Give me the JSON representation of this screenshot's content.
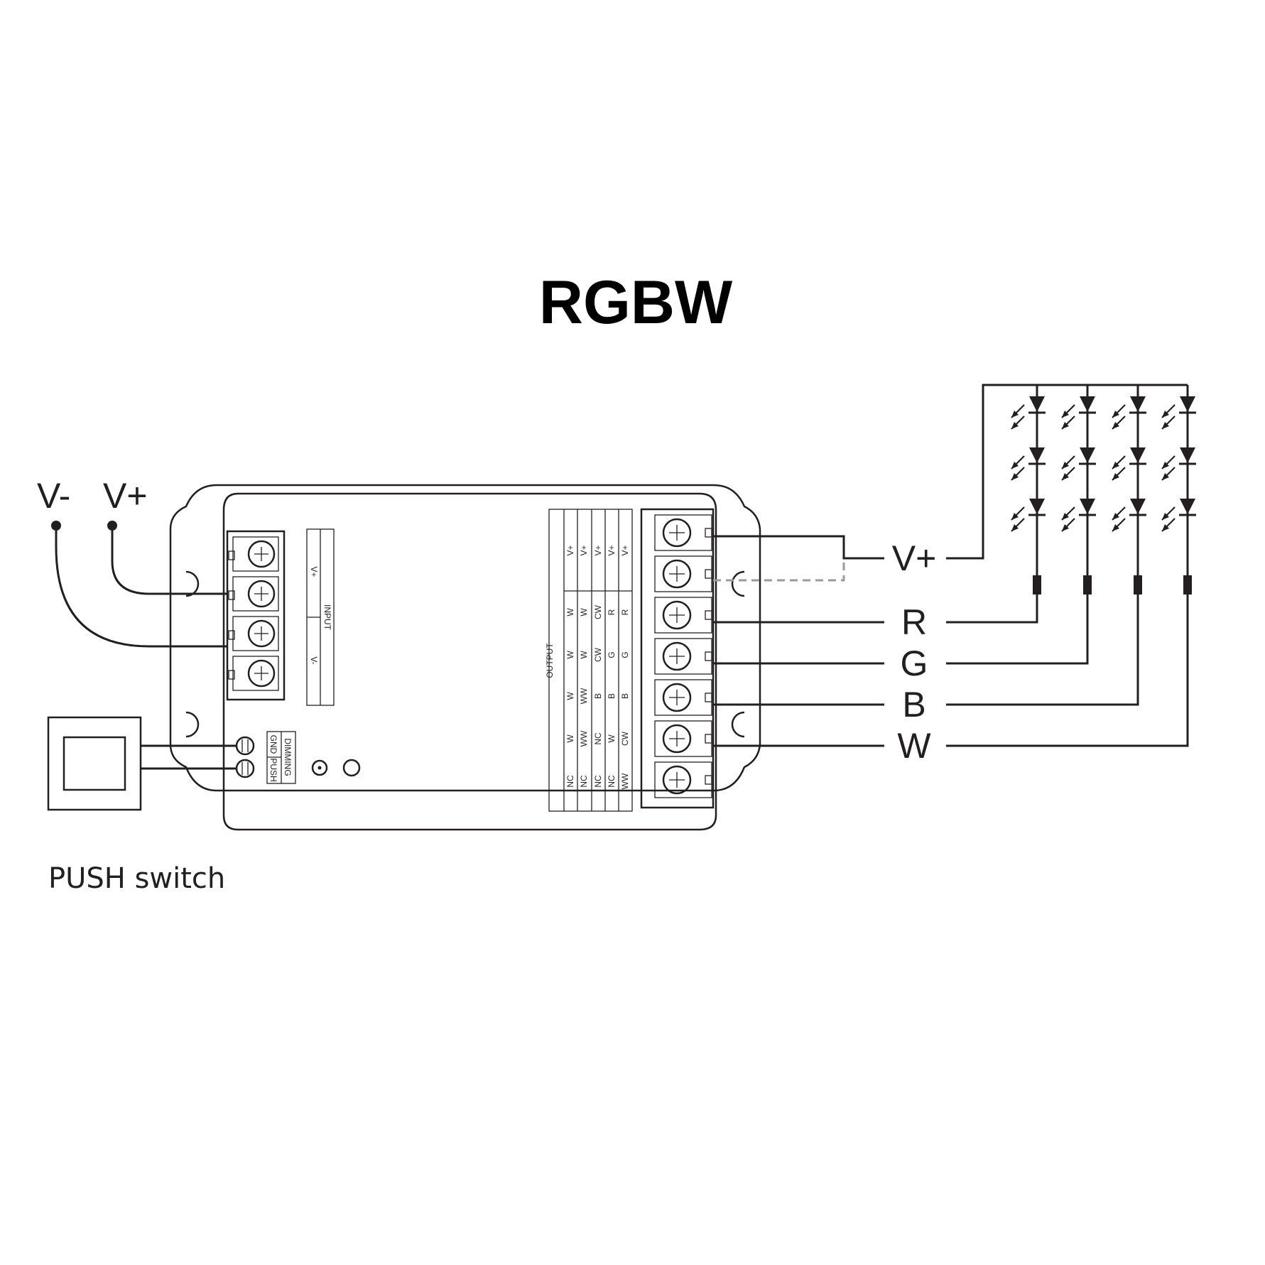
{
  "title": "RGBW",
  "input_labels": {
    "v_minus": "V-",
    "v_plus": "V+"
  },
  "input_block": {
    "header": "INPUT",
    "plus": "V+",
    "minus": "V-"
  },
  "output_labels": [
    "V+",
    "R",
    "G",
    "B",
    "W"
  ],
  "push_switch_label": "PUSH switch",
  "dimming_block": {
    "header": "DIMMING",
    "gnd": "GND",
    "push": "PUSH"
  },
  "output_table": {
    "header": "OUTPUT",
    "columns": [
      [
        "V+",
        "W",
        "W",
        "W",
        "W",
        "NC"
      ],
      [
        "V+",
        "W",
        "W",
        "WW",
        "WW",
        "NC"
      ],
      [
        "V+",
        "CW",
        "CW",
        "B",
        "NC",
        "NC"
      ],
      [
        "V+",
        "R",
        "G",
        "B",
        "W",
        "NC"
      ],
      [
        "V+",
        "R",
        "G",
        "B",
        "CW",
        "WW"
      ]
    ]
  },
  "colors": {
    "line": "#231f20",
    "dashed": "#9a9a9a",
    "background": "#ffffff"
  }
}
